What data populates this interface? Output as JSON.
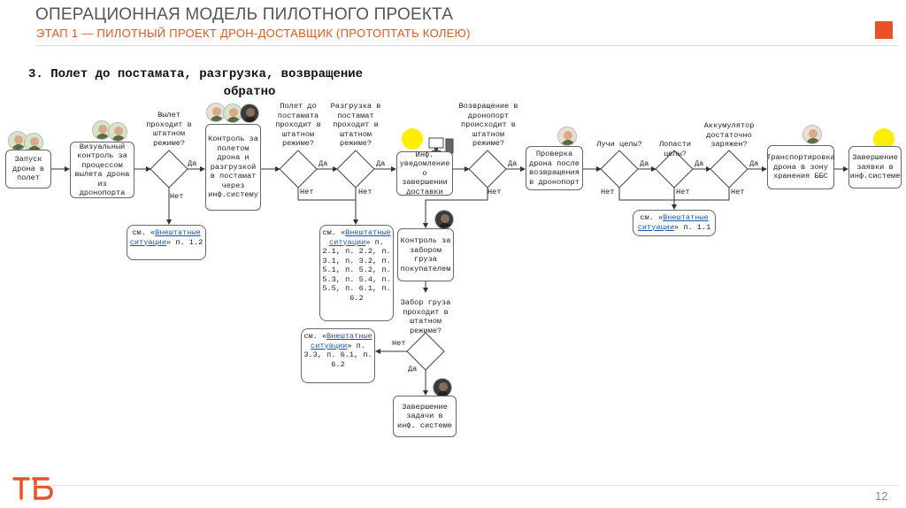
{
  "header": {
    "title": "ОПЕРАЦИОННАЯ МОДЕЛЬ ПИЛОТНОГО ПРОЕКТА",
    "subtitle": "ЭТАП 1 — ПИЛОТНЫЙ ПРОЕКТ ДРОН-ДОСТАВЩИК (ПРОТОПТАТЬ КОЛЕЮ)",
    "accent_color": "#e8512a"
  },
  "step": {
    "line1": "3. Полет до постамата, разгрузка, возвращение",
    "line2": "обратно"
  },
  "boxes": {
    "launch": "Запуск дрона в полет",
    "visual": "Визуальный контроль за процессом вылета дрона из дронопорта",
    "control": "Контроль за полетом дрона и разгрузкой в постамат через инф.систему",
    "notify": "Инф. уведомление о завершении доставки",
    "pickup_ctrl": "Контроль за забором груза покупателем",
    "check": "Проверка дрона после возвращения в дронопорт",
    "transport": "Транспортировка дрона в зону хранения ББС",
    "finish": "Завершение заявки в инф.системе",
    "task_done": "Завершение задачи в инф. системе"
  },
  "questions": {
    "q1": "Вылет проходит в штатном режиме?",
    "q2": "Полет до постамата проходит в штатном режиме?",
    "q3": "Разгрузка в постамат проходит в штатном режиме?",
    "q4": "Возвращение в дронопорт происходит в штатном режиме?",
    "q5": "Лучи целы?",
    "q6": "Лопасти целы?",
    "q7": "Аккумулятор достаточно заряжен?",
    "q8": "Забор груза проходит в штатном режиме?"
  },
  "labels": {
    "yes": "Да",
    "no": "Нет"
  },
  "notes": {
    "n1": {
      "pre": "см. «",
      "link": "Внештатные ситуации",
      "post": "» п. 1.2"
    },
    "n2": {
      "pre": "см. «",
      "link": "Внештатные ситуации",
      "post": "» п. 2.1, п. 2.2, п. 3.1, п. 3.2, п. 5.1, п. 5.2, п. 5.3, п. 5.4, п. 5.5, п. 6.1, п. 6.2"
    },
    "n3": {
      "pre": "см. «",
      "link": "Внештатные ситуации",
      "post": "» п. 3.3, п. 6.1, п. 6.2"
    },
    "n4": {
      "pre": "см. «",
      "link": "Внештатные ситуации",
      "post": "» п. 1.1"
    }
  },
  "icons": {
    "avatar": "person-avatar-icon",
    "sun": "yellow-circle-icon",
    "computer": "computer-icon",
    "logo": "tb-logo-icon"
  },
  "footer": {
    "page": "12"
  }
}
